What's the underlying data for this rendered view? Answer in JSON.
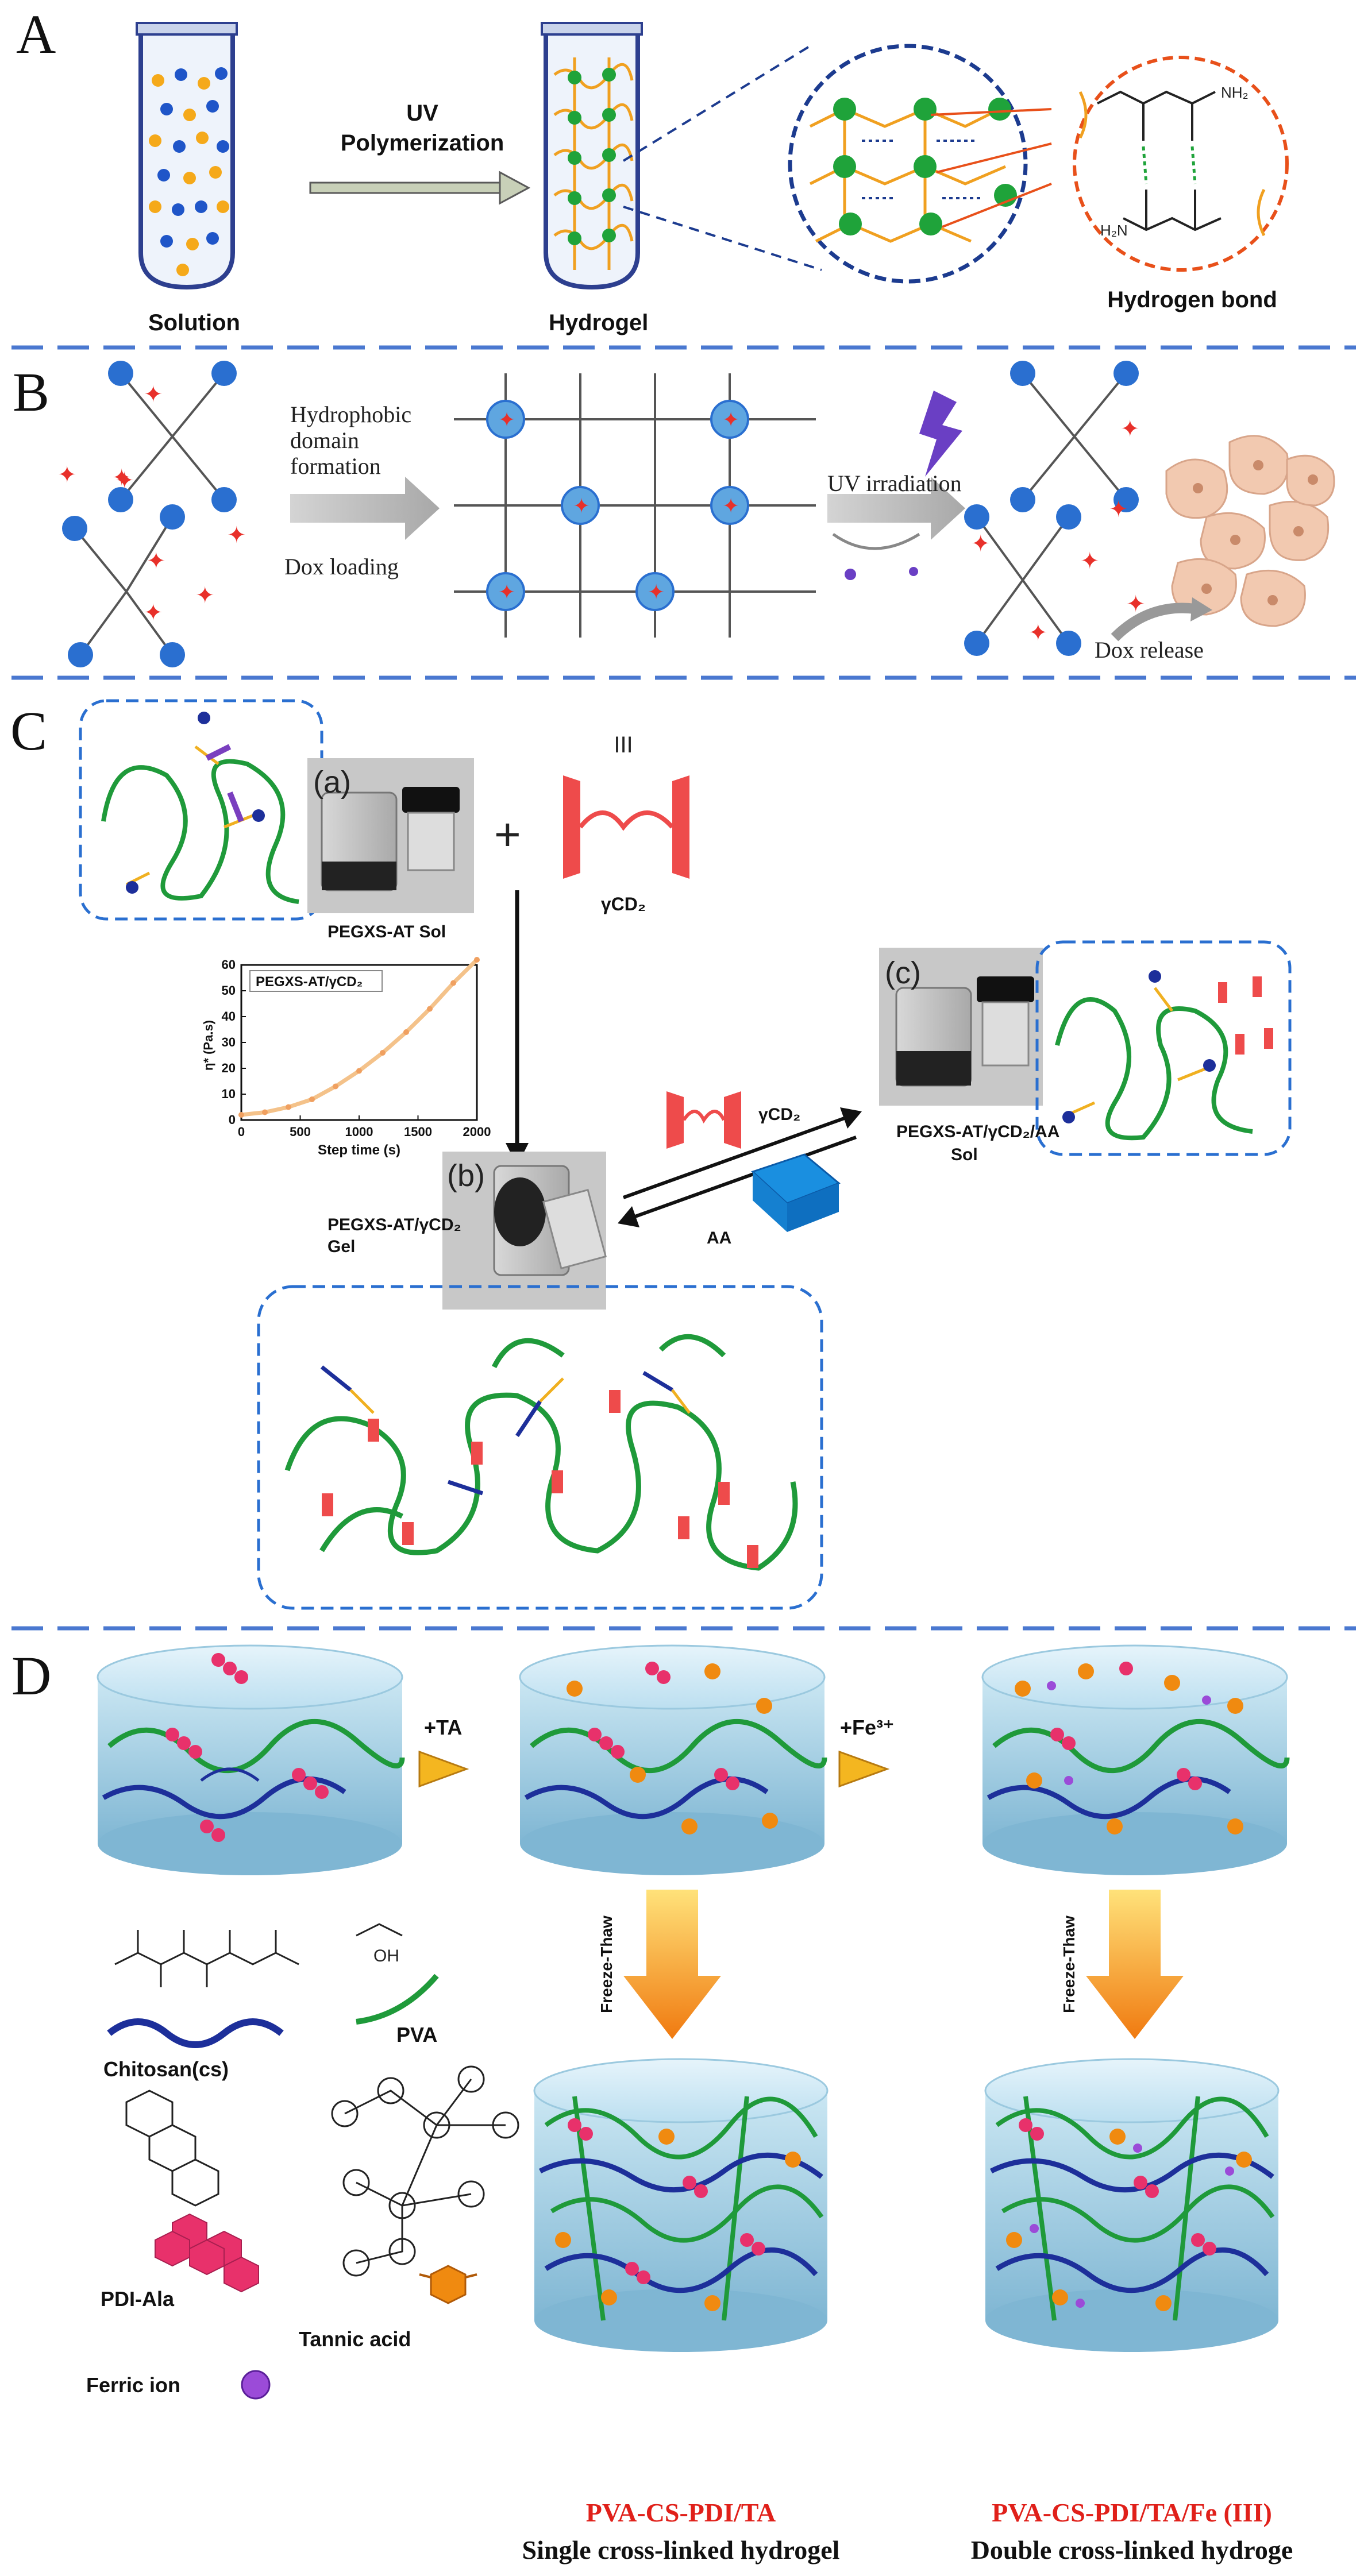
{
  "panels": {
    "A": {
      "letter": "A",
      "solution": "Solution",
      "uv_line1": "UV",
      "uv_line2": "Polymerization",
      "hydrogel": "Hydrogel",
      "hydrogen_bond": "Hydrogen bond",
      "nh2_top": "NH₂",
      "h2n_bottom": "H₂N"
    },
    "B": {
      "letter": "B",
      "step1_line1": "Hydrophobic",
      "step1_line2": "domain",
      "step1_line3": "formation",
      "step1_line4": "Dox loading",
      "uv": "UV",
      "irradiation": " irradiation",
      "release": "Dox release"
    },
    "C": {
      "letter": "C",
      "a": "(a)",
      "b": "(b)",
      "c": "(c)",
      "sol_a": "PEGXS-AT Sol",
      "roman3": "III",
      "gcd2": "γCD₂",
      "legend": "PEGXS-AT/γCD₂",
      "yaxis": "η* (Pa.s)",
      "xaxis": "Step time (s)",
      "gel_line1": "PEGXS-AT/γCD₂",
      "gel_line2": "Gel",
      "sol_c_line1": "PEGXS-AT/γCD₂/AA",
      "sol_c_line2": "Sol",
      "gcd2_arrow": "γCD₂",
      "aa": "AA",
      "plus": "+"
    },
    "D": {
      "letter": "D",
      "ta": "+TA",
      "fe": "+Fe³⁺",
      "ft1": "Freeze-Thaw",
      "ft2": "Freeze-Thaw",
      "chitosan": "Chitosan(cs)",
      "pva": "PVA",
      "pdi": "PDI-Ala",
      "tannic": "Tannic acid",
      "ferric": "Ferric ion",
      "name1": "PVA-CS-PDI/TA",
      "desc1": "Single cross-linked hydrogel",
      "name2": "PVA-CS-PDI/TA/Fe (III)",
      "desc2": "Double cross-linked hydroge"
    }
  },
  "chart_data": {
    "type": "line",
    "title": "",
    "legend": [
      "PEGXS-AT/γCD₂"
    ],
    "xlabel": "Step time (s)",
    "ylabel": "η* (Pa.s)",
    "xlim": [
      0,
      2000
    ],
    "ylim": [
      0,
      60
    ],
    "xticks": [
      0,
      500,
      1000,
      1500,
      2000
    ],
    "yticks": [
      0,
      10,
      20,
      30,
      40,
      50,
      60
    ],
    "series": [
      {
        "name": "PEGXS-AT/γCD₂",
        "x": [
          0,
          200,
          400,
          600,
          800,
          1000,
          1200,
          1400,
          1600,
          1800,
          2000
        ],
        "values": [
          2,
          3,
          5,
          8,
          13,
          19,
          26,
          34,
          43,
          53,
          62
        ]
      }
    ]
  },
  "colors": {
    "divider": "#4a78d0",
    "red_label": "#e0201a",
    "green_chain": "#1f9a3a",
    "blue_chain": "#1d2f9a",
    "pink": "#e8316b",
    "orange": "#f0a020",
    "cylinder": "#a9d4e8"
  }
}
